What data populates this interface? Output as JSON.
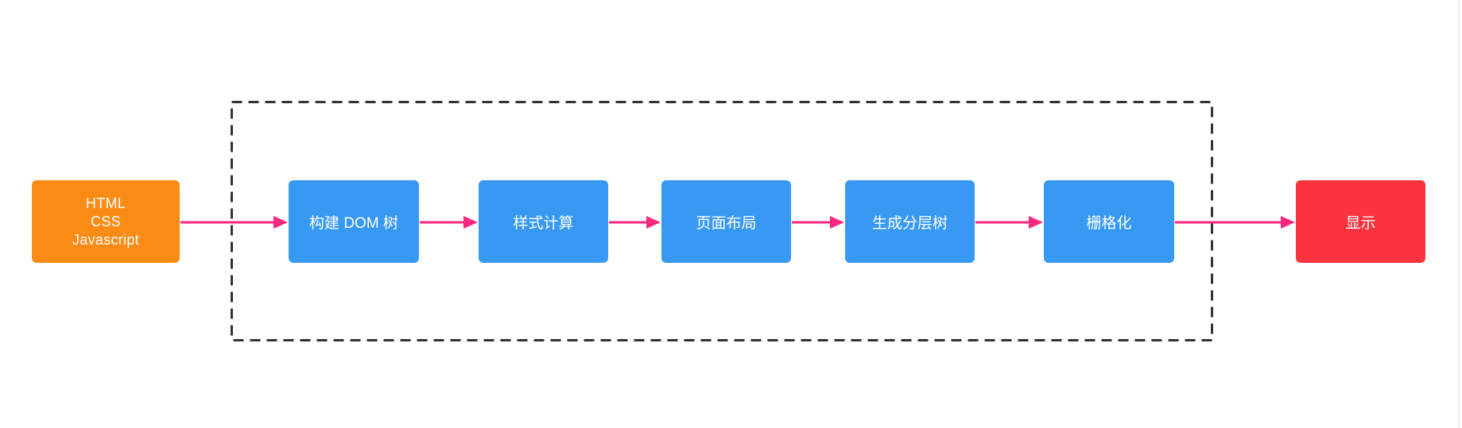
{
  "diagram": {
    "colors": {
      "source-node": "#fa8c16",
      "stage-node": "#3899f3",
      "output-node": "#fa333d",
      "arrow": "#f9277f",
      "dashed-border": "#333333",
      "text": "#ffffff"
    },
    "source_node": {
      "lines": [
        "HTML",
        "CSS",
        "Javascript"
      ]
    },
    "stages": [
      {
        "label": "构建 DOM 树"
      },
      {
        "label": "样式计算"
      },
      {
        "label": "页面布局"
      },
      {
        "label": "生成分层树"
      },
      {
        "label": "栅格化"
      }
    ],
    "output_node": {
      "label": "显示"
    }
  }
}
